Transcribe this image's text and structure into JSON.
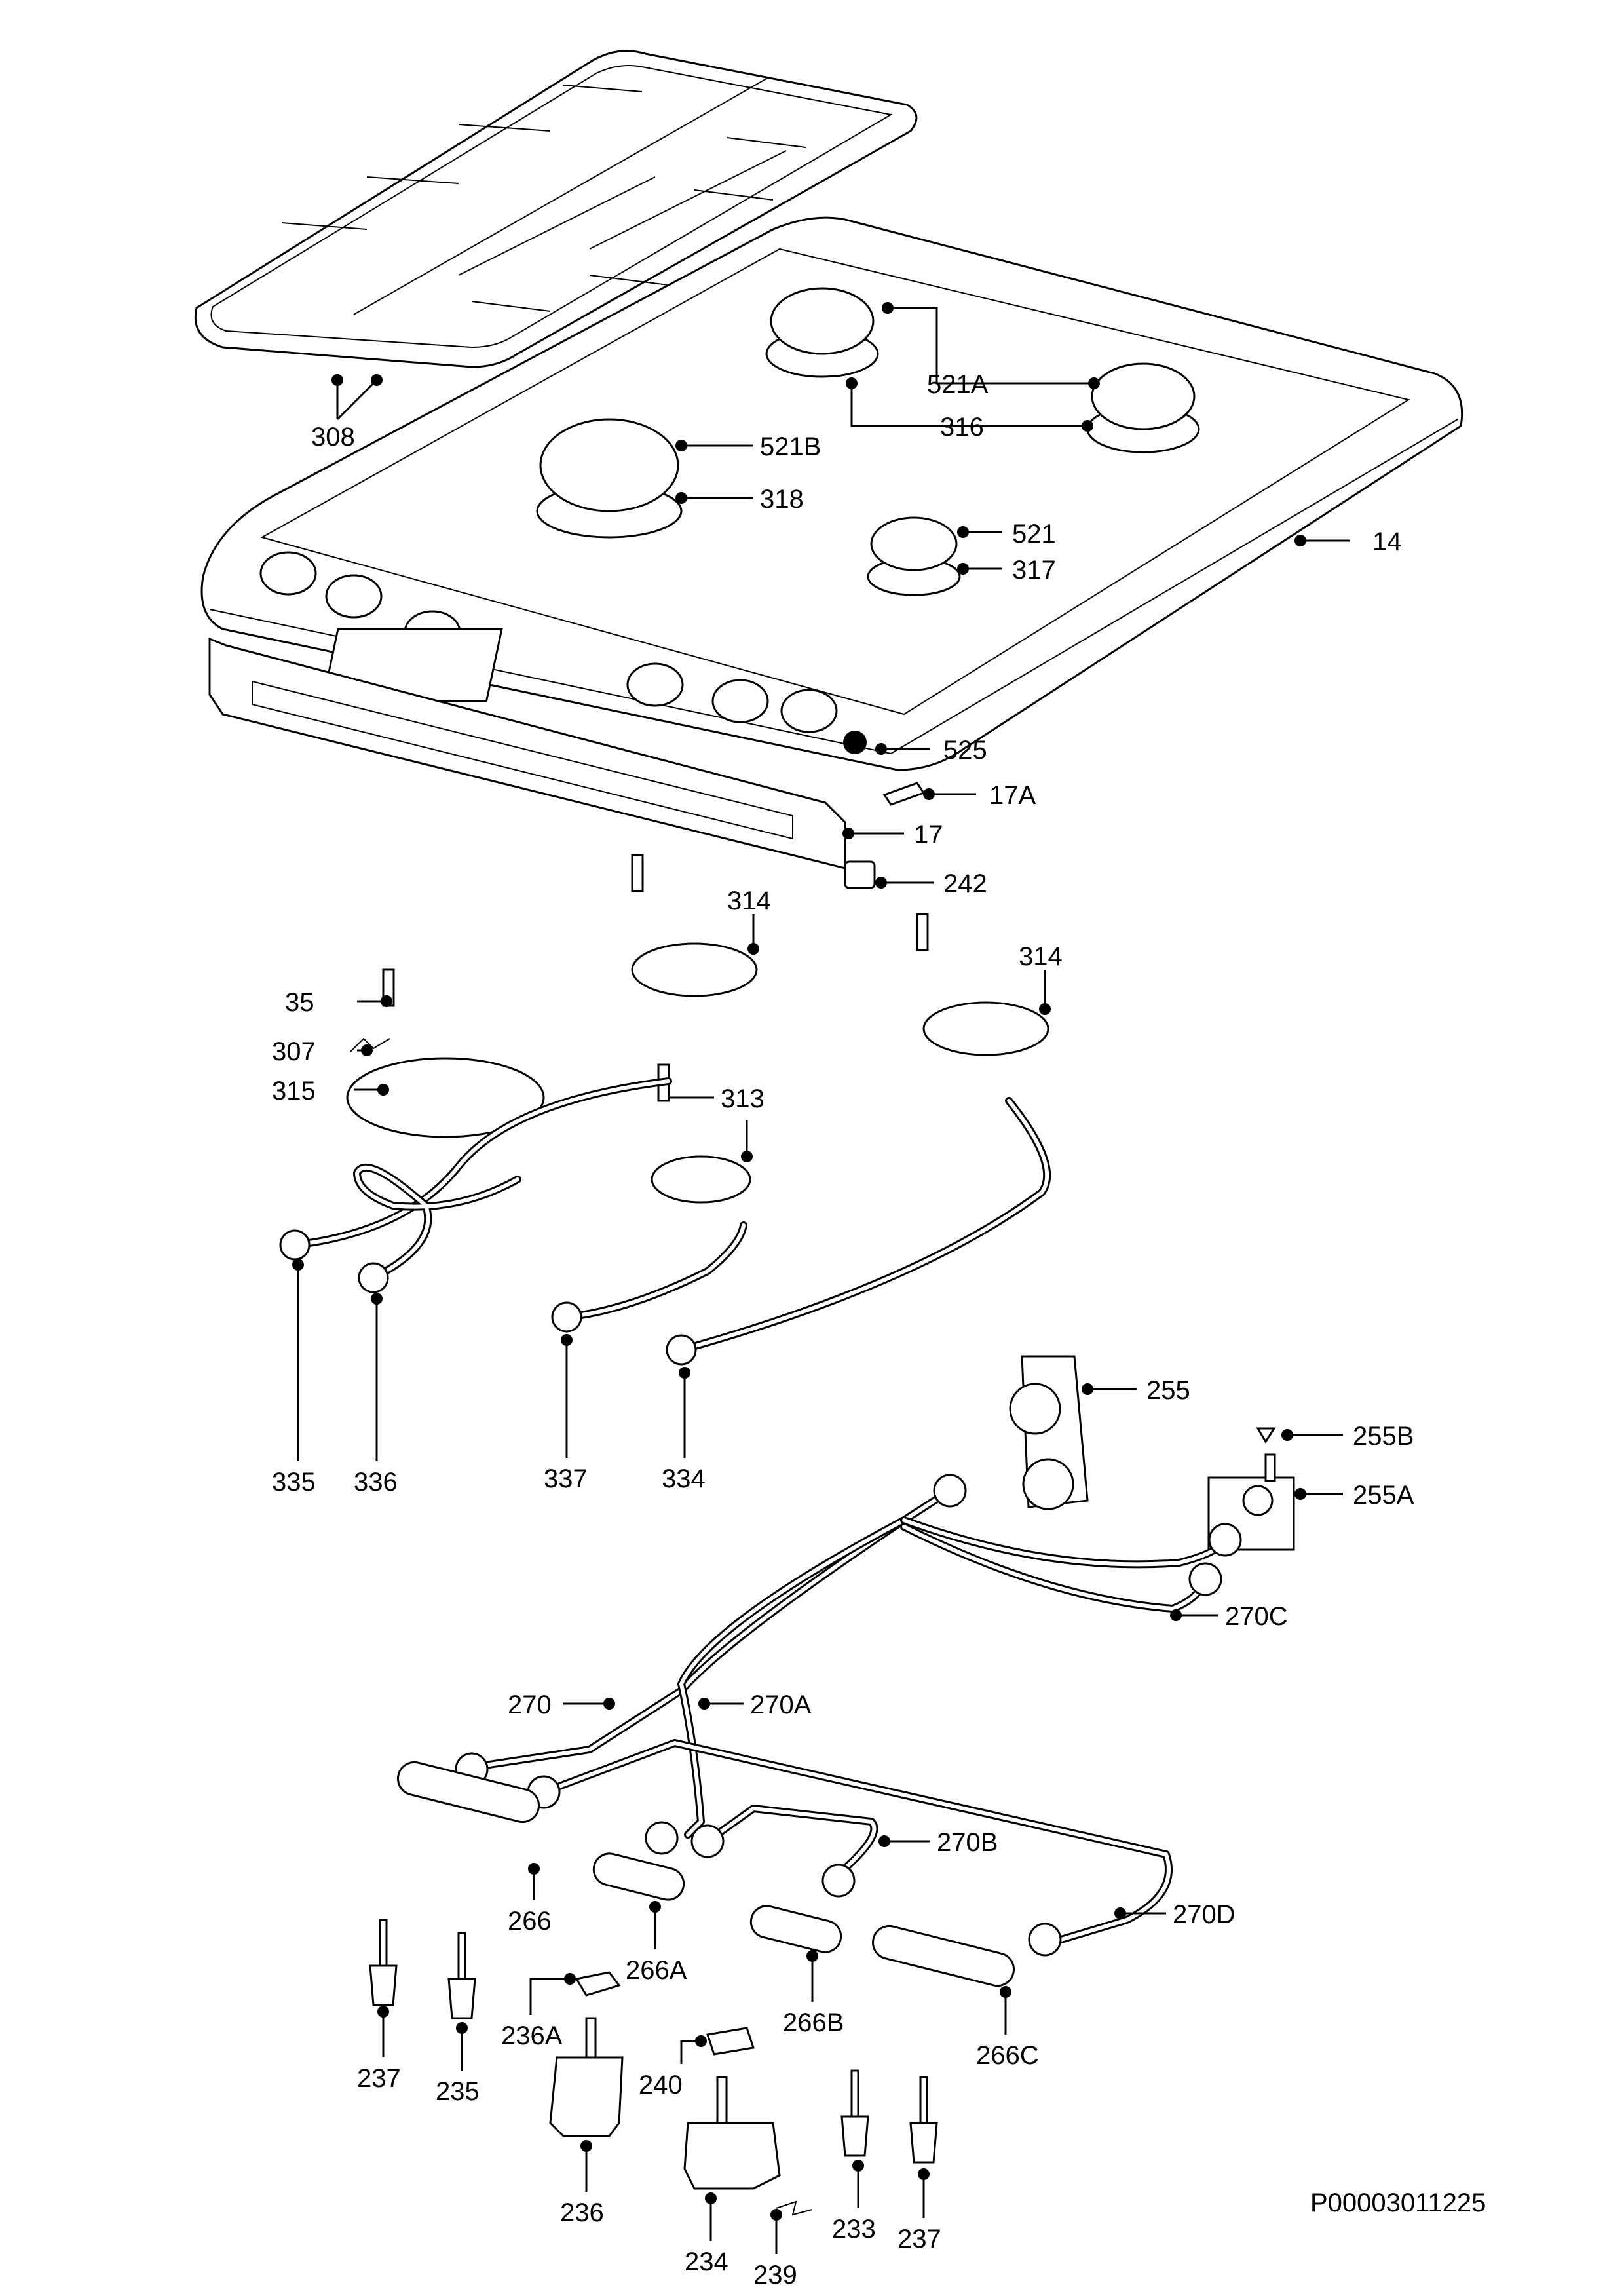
{
  "diagram": {
    "document_code": "P00003011225",
    "labels": {
      "l308": "308",
      "l521A": "521A",
      "l316": "316",
      "l521B": "521B",
      "l318": "318",
      "l521": "521",
      "l317": "317",
      "l14": "14",
      "l525": "525",
      "l17A": "17A",
      "l17": "17",
      "l242": "242",
      "l314a": "314",
      "l314b": "314",
      "l35": "35",
      "l307": "307",
      "l315": "315",
      "l313": "313",
      "l335": "335",
      "l336": "336",
      "l337": "337",
      "l334": "334",
      "l255": "255",
      "l255B": "255B",
      "l255A": "255A",
      "l270C": "270C",
      "l270": "270",
      "l270A": "270A",
      "l270B": "270B",
      "l270D": "270D",
      "l266": "266",
      "l266A": "266A",
      "l266B": "266B",
      "l266C": "266C",
      "l237a": "237",
      "l235": "235",
      "l236A": "236A",
      "l240": "240",
      "l236": "236",
      "l234": "234",
      "l239": "239",
      "l233": "233",
      "l237b": "237"
    }
  }
}
